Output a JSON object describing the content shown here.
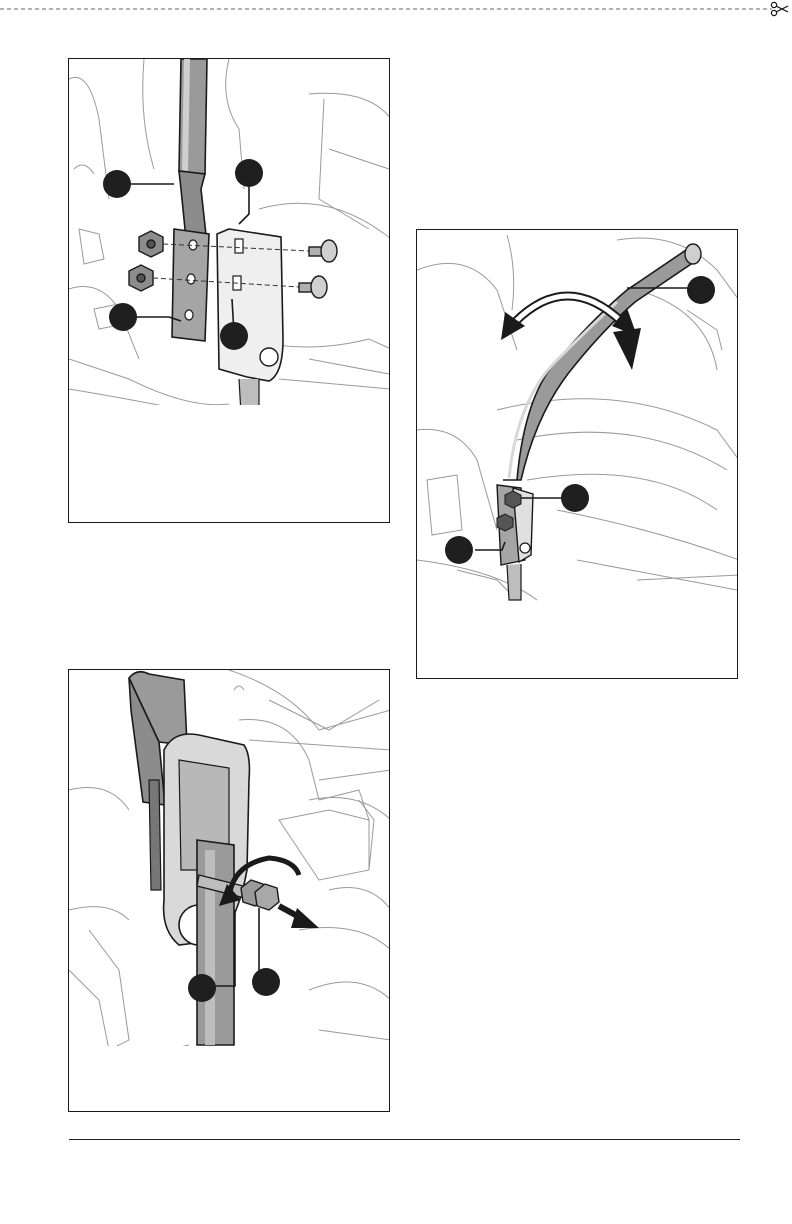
{
  "page": {
    "figures": [
      {
        "id": "figure-1",
        "callouts": [
          "",
          "",
          "",
          ""
        ]
      },
      {
        "id": "figure-2",
        "callouts": [
          "",
          "",
          ""
        ]
      },
      {
        "id": "figure-3",
        "callouts": [
          "",
          ""
        ]
      }
    ]
  },
  "colors": {
    "line": "#1a1a1a",
    "tube": "#8c8c8c",
    "tube_light": "#cfcfcf",
    "metal": "#b8b8b8",
    "bg": "#ffffff"
  },
  "icons": [
    "scissors-icon",
    "rotate-arrow-icon",
    "pull-arrow-icon"
  ]
}
